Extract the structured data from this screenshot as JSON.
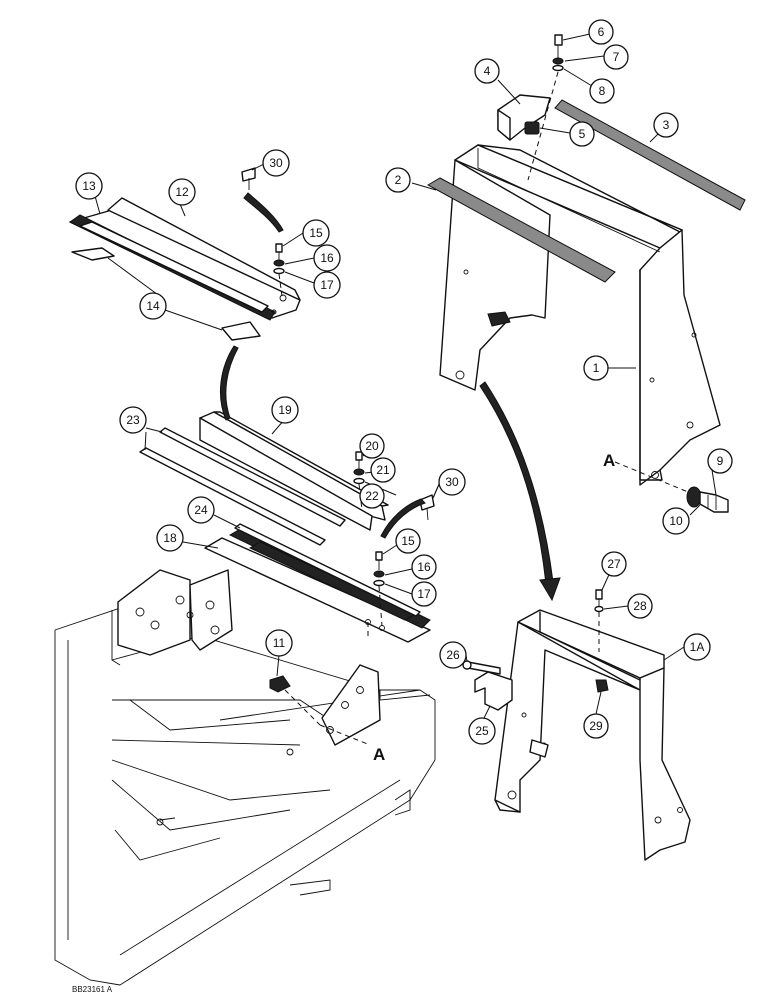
{
  "figure_number": "BB23161 A",
  "view_marker": "A",
  "callouts": [
    "1",
    "1A",
    "2",
    "3",
    "4",
    "5",
    "6",
    "7",
    "8",
    "9",
    "10",
    "11",
    "12",
    "13",
    "14",
    "15",
    "16",
    "17",
    "18",
    "19",
    "20",
    "21",
    "22",
    "23",
    "24",
    "25",
    "26",
    "27",
    "28",
    "29",
    "30"
  ],
  "icons": [
    "exploded-parts-diagram",
    "loader-frame",
    "tower-frame",
    "bolt",
    "washer",
    "nut",
    "bracket",
    "felt-seal",
    "rubber-strip",
    "arrow"
  ]
}
